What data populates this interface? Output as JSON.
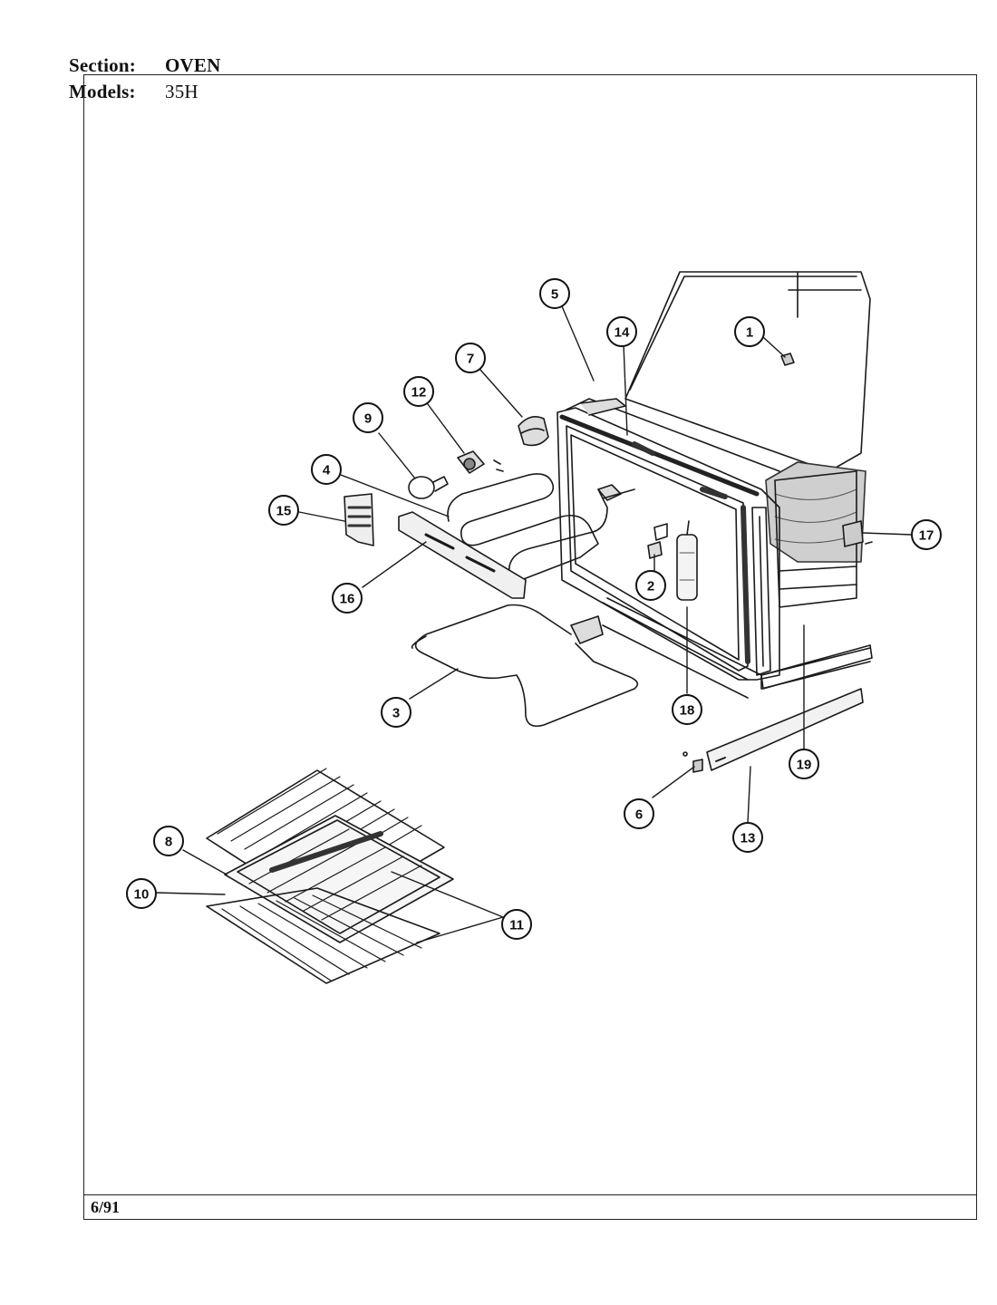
{
  "header": {
    "section_label": "Section:",
    "section_value": "OVEN",
    "models_label": "Models:",
    "models_value": "35H"
  },
  "footer": {
    "date": "6/91"
  },
  "callouts": [
    "1",
    "2",
    "3",
    "4",
    "5",
    "6",
    "7",
    "8",
    "9",
    "10",
    "11",
    "12",
    "13",
    "14",
    "15",
    "16",
    "17",
    "18",
    "19"
  ]
}
